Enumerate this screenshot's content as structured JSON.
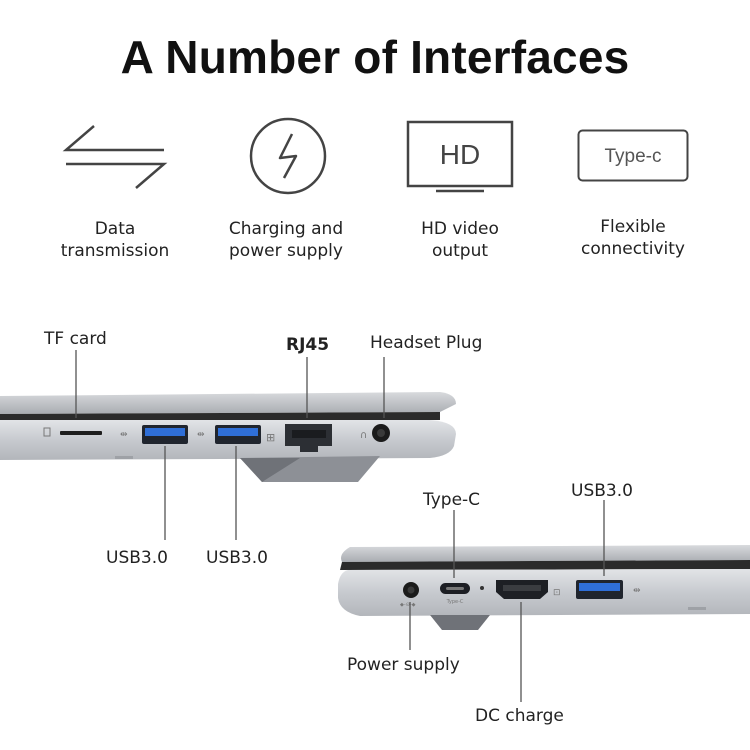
{
  "title": "A Number of Interfaces",
  "features": [
    {
      "icon": "arrows-exchange-icon",
      "line1": "Data",
      "line2": "transmission"
    },
    {
      "icon": "lightning-icon",
      "line1": "Charging and",
      "line2": "power supply"
    },
    {
      "icon": "monitor-hd-icon",
      "icon_text": "HD",
      "line1": "HD video",
      "line2": "output"
    },
    {
      "icon": "type-c-icon",
      "icon_text": "Type-c",
      "line1": "Flexible",
      "line2": "connectivity"
    }
  ],
  "callouts": {
    "tf_card": "TF card",
    "rj45": "RJ45",
    "headset": "Headset Plug",
    "usb_left_1": "USB3.0",
    "usb_left_2": "USB3.0",
    "type_c": "Type-C",
    "usb_right": "USB3.0",
    "power_supply": "Power supply",
    "dc_charge": "DC charge"
  },
  "port_labels": {
    "type_c_small": "Type-C"
  },
  "colors": {
    "usb_blue": "#2f6fd8",
    "chassis": "#c9ccd1",
    "line": "#555555"
  }
}
